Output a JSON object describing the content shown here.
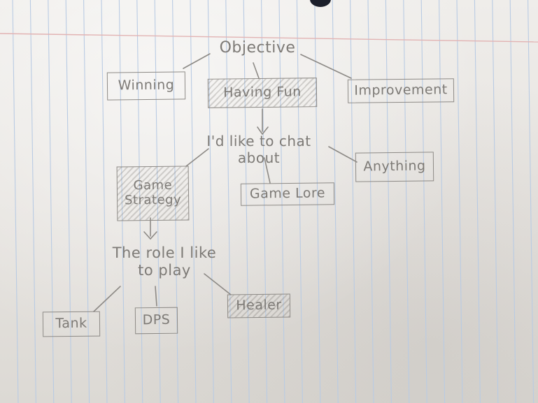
{
  "diagram": {
    "root": {
      "label": "Objective"
    },
    "objectives": [
      {
        "label": "Winning",
        "shaded": false
      },
      {
        "label": "Having Fun",
        "shaded": true
      },
      {
        "label": "Improvement",
        "shaded": false
      }
    ],
    "chat": {
      "prompt": "I'd like to chat about",
      "topics": [
        {
          "label": "Game Strategy",
          "shaded": true
        },
        {
          "label": "Game Lore",
          "shaded": false
        },
        {
          "label": "Anything",
          "shaded": false
        }
      ]
    },
    "role": {
      "prompt": "The role I like to play",
      "options": [
        {
          "label": "Tank",
          "shaded": false
        },
        {
          "label": "DPS",
          "shaded": false
        },
        {
          "label": "Healer",
          "shaded": true
        }
      ]
    }
  },
  "colors": {
    "pencil": "#8d8a86",
    "rule_line": "#b9cbe3",
    "margin_line": "#e2b3b3",
    "paper": "#e9e7e4"
  }
}
